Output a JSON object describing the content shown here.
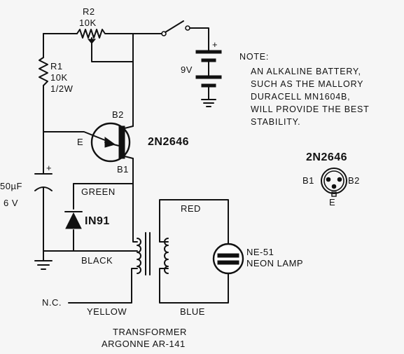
{
  "components": {
    "r2": {
      "ref": "R2",
      "value": "10K"
    },
    "r1": {
      "ref": "R1",
      "value": "10K",
      "rating": "1/2W"
    },
    "battery": {
      "plus": "+",
      "value": "9V"
    },
    "transistor": {
      "part": "2N2646",
      "pin_b2": "B2",
      "pin_e": "E",
      "pin_b1": "B1"
    },
    "capacitor": {
      "plus": "+",
      "value": "50µF",
      "voltage": "6 V"
    },
    "diode": {
      "part": "IN91"
    },
    "lamp": {
      "part": "NE-51",
      "type": "NEON LAMP"
    },
    "transformer": {
      "line1": "TRANSFORMER",
      "line2": "ARGONNE AR-141"
    }
  },
  "wires": {
    "green": "GREEN",
    "black": "BLACK",
    "red": "RED",
    "yellow": "YELLOW",
    "blue": "BLUE",
    "nc": "N.C."
  },
  "note": {
    "heading": "NOTE:",
    "lines": [
      "AN ALKALINE BATTERY,",
      "SUCH AS THE MALLORY",
      "DURACELL MN1604B,",
      "WILL PROVIDE THE BEST",
      "STABILITY."
    ]
  },
  "pinout": {
    "part": "2N2646",
    "b1": "B1",
    "b2": "B2",
    "e": "E"
  }
}
